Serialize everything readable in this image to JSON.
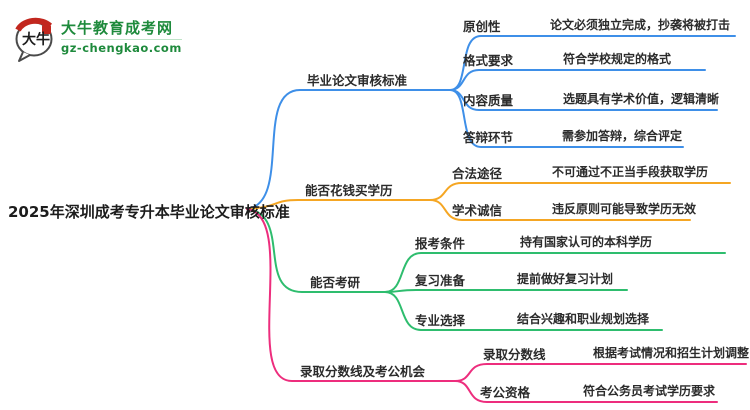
{
  "logo": {
    "icon": "daniu-speech-bubble-icon",
    "icon_text": "大牛",
    "site_name": "大牛教育成考网",
    "site_url": "gz-chengkao.com"
  },
  "colors": {
    "branch_thesis": "#3E8FE8",
    "branch_buy": "#F5A623",
    "branch_kaoyan": "#2EBD6E",
    "branch_score": "#ED2D7D",
    "logo_green": "#1E8A3C",
    "text": "#2B2B2B"
  },
  "root": {
    "title": "2025年深圳成考专升本毕业论文审核标准"
  },
  "branches": [
    {
      "label": "毕业论文审核标准",
      "color": "#3E8FE8",
      "children": [
        {
          "label": "原创性",
          "desc": "论文必须独立完成，抄袭将被打击"
        },
        {
          "label": "格式要求",
          "desc": "符合学校规定的格式"
        },
        {
          "label": "内容质量",
          "desc": "选题具有学术价值，逻辑清晰"
        },
        {
          "label": "答辩环节",
          "desc": "需参加答辩，综合评定"
        }
      ]
    },
    {
      "label": "能否花钱买学历",
      "color": "#F5A623",
      "children": [
        {
          "label": "合法途径",
          "desc": "不可通过不正当手段获取学历"
        },
        {
          "label": "学术诚信",
          "desc": "违反原则可能导致学历无效"
        }
      ]
    },
    {
      "label": "能否考研",
      "color": "#2EBD6E",
      "children": [
        {
          "label": "报考条件",
          "desc": "持有国家认可的本科学历"
        },
        {
          "label": "复习准备",
          "desc": "提前做好复习计划"
        },
        {
          "label": "专业选择",
          "desc": "结合兴趣和职业规划选择"
        }
      ]
    },
    {
      "label": "录取分数线及考公机会",
      "color": "#ED2D7D",
      "children": [
        {
          "label": "录取分数线",
          "desc": "根据考试情况和招生计划调整"
        },
        {
          "label": "考公资格",
          "desc": "符合公务员考试学历要求"
        }
      ]
    }
  ]
}
